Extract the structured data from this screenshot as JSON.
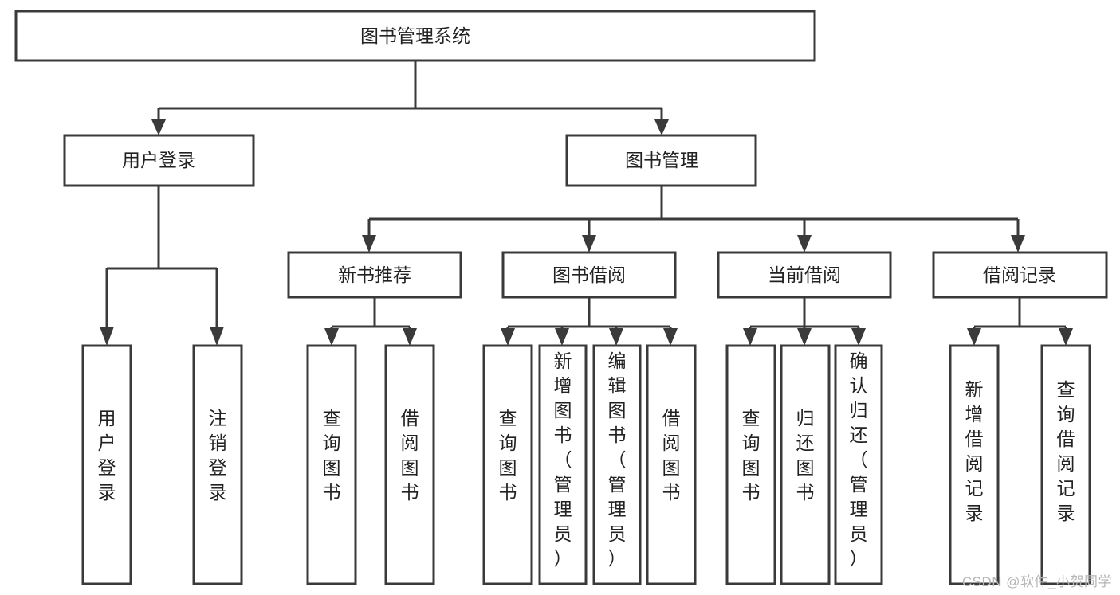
{
  "diagram": {
    "type": "hierarchy-tree",
    "title": "图书管理系统",
    "orientation": "top-down",
    "colors": {
      "box_fill": "#ffffff",
      "box_stroke": "#3a3a3a",
      "connector": "#3a3a3a",
      "text": "#222222",
      "watermark": "#b5b5b5",
      "background": "#ffffff"
    },
    "root": {
      "label": "图书管理系统",
      "text_orientation": "horizontal"
    },
    "level2": [
      {
        "id": "user-login",
        "label": "用户登录",
        "text_orientation": "horizontal"
      },
      {
        "id": "book-manage",
        "label": "图书管理",
        "text_orientation": "horizontal"
      }
    ],
    "level3": [
      {
        "id": "new-book-recommend",
        "label": "新书推荐",
        "parent": "book-manage",
        "text_orientation": "horizontal"
      },
      {
        "id": "book-borrow",
        "label": "图书借阅",
        "parent": "book-manage",
        "text_orientation": "horizontal"
      },
      {
        "id": "current-borrow",
        "label": "当前借阅",
        "parent": "book-manage",
        "text_orientation": "horizontal"
      },
      {
        "id": "borrow-record",
        "label": "借阅记录",
        "parent": "book-manage",
        "text_orientation": "horizontal"
      }
    ],
    "leaves": [
      {
        "id": "leaf-user-login",
        "parent": "user-login",
        "label": "用户登录",
        "chars": [
          "用",
          "户",
          "登",
          "录"
        ],
        "text_orientation": "vertical"
      },
      {
        "id": "leaf-logout-login",
        "parent": "user-login",
        "label": "注销登录",
        "chars": [
          "注",
          "销",
          "登",
          "录"
        ],
        "text_orientation": "vertical"
      },
      {
        "id": "leaf-query-book-1",
        "parent": "new-book-recommend",
        "label": "查询图书",
        "chars": [
          "查",
          "询",
          "图",
          "书"
        ],
        "text_orientation": "vertical"
      },
      {
        "id": "leaf-borrow-book-1",
        "parent": "new-book-recommend",
        "label": "借阅图书",
        "chars": [
          "借",
          "阅",
          "图",
          "书"
        ],
        "text_orientation": "vertical"
      },
      {
        "id": "leaf-query-book-2",
        "parent": "book-borrow",
        "label": "查询图书",
        "chars": [
          "查",
          "询",
          "图",
          "书"
        ],
        "text_orientation": "vertical"
      },
      {
        "id": "leaf-add-book",
        "parent": "book-borrow",
        "label": "新增图书（管理员）",
        "chars": [
          "新",
          "增",
          "图",
          "书",
          "（",
          "管",
          "理",
          "员",
          "）"
        ],
        "text_orientation": "vertical"
      },
      {
        "id": "leaf-edit-book",
        "parent": "book-borrow",
        "label": "编辑图书（管理员）",
        "chars": [
          "编",
          "辑",
          "图",
          "书",
          "（",
          "管",
          "理",
          "员",
          "）"
        ],
        "text_orientation": "vertical"
      },
      {
        "id": "leaf-borrow-book-2",
        "parent": "book-borrow",
        "label": "借阅图书",
        "chars": [
          "借",
          "阅",
          "图",
          "书"
        ],
        "text_orientation": "vertical"
      },
      {
        "id": "leaf-query-book-3",
        "parent": "current-borrow",
        "label": "查询图书",
        "chars": [
          "查",
          "询",
          "图",
          "书"
        ],
        "text_orientation": "vertical"
      },
      {
        "id": "leaf-return-book",
        "parent": "current-borrow",
        "label": "归还图书",
        "chars": [
          "归",
          "还",
          "图",
          "书"
        ],
        "text_orientation": "vertical"
      },
      {
        "id": "leaf-confirm-return",
        "parent": "current-borrow",
        "label": "确认归还（管理员）",
        "chars": [
          "确",
          "认",
          "归",
          "还",
          "（",
          "管",
          "理",
          "员",
          "）"
        ],
        "text_orientation": "vertical"
      },
      {
        "id": "leaf-add-record",
        "parent": "borrow-record",
        "label": "新增借阅记录",
        "chars": [
          "新",
          "增",
          "借",
          "阅",
          "记",
          "录"
        ],
        "text_orientation": "vertical"
      },
      {
        "id": "leaf-query-record",
        "parent": "borrow-record",
        "label": "查询借阅记录",
        "chars": [
          "查",
          "询",
          "借",
          "阅",
          "记",
          "录"
        ],
        "text_orientation": "vertical"
      }
    ]
  },
  "watermark": {
    "text": "CSDN @软件_小贺同学"
  }
}
